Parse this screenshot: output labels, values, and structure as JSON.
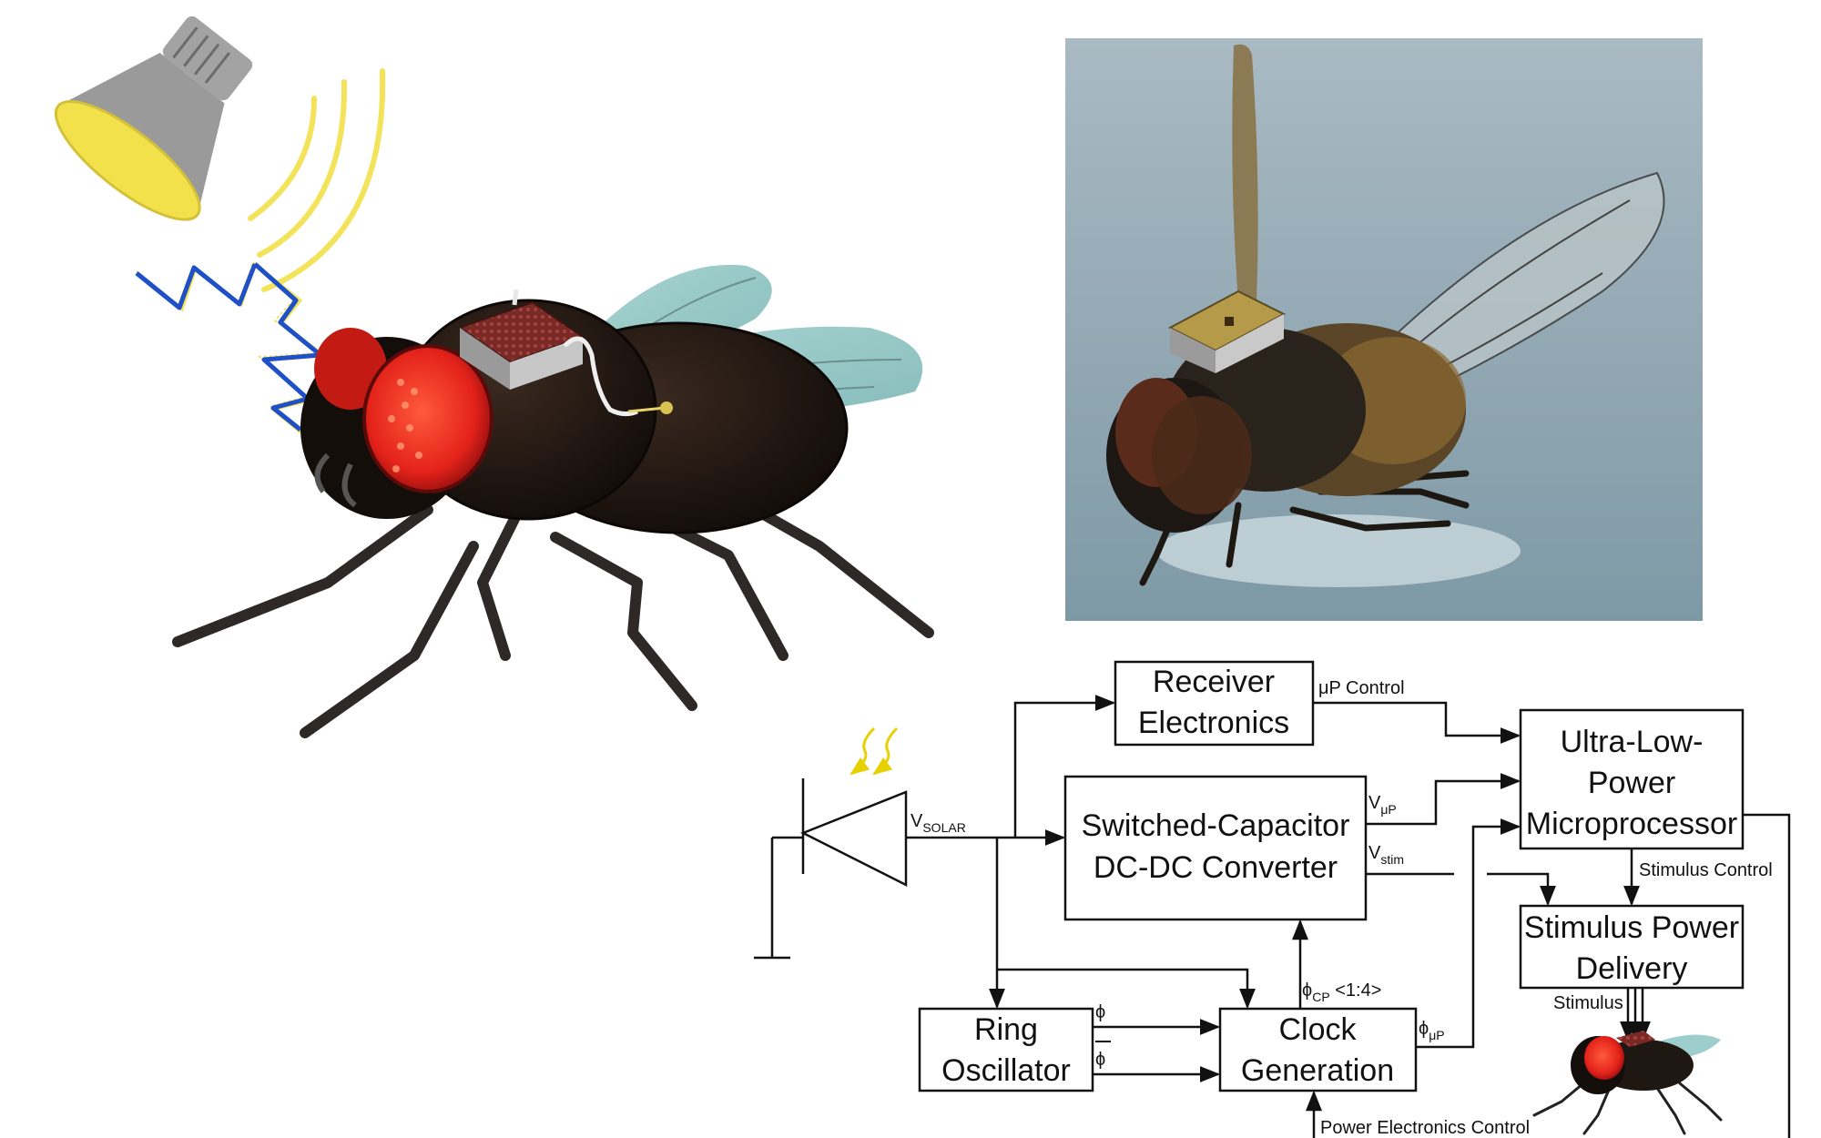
{
  "figure": {
    "blocks": {
      "receiver": [
        "Receiver",
        "Electronics"
      ],
      "converter": [
        "Switched-Capacitor",
        "DC-DC Converter"
      ],
      "microprocessor": [
        "Ultra-Low-",
        "Power",
        "Microprocessor"
      ],
      "stimulus_power": [
        "Stimulus Power",
        "Delivery"
      ],
      "ring_oscillator": [
        "Ring",
        "Oscillator"
      ],
      "clock_generation": [
        "Clock",
        "Generation"
      ]
    },
    "signals": {
      "v_solar": {
        "base": "V",
        "sub": "SOLAR"
      },
      "v_up": {
        "base": "V",
        "sub": "μP"
      },
      "v_stim": {
        "base": "V",
        "sub": "stim"
      },
      "up_control": "μP Control",
      "stimulus_control": "Stimulus Control",
      "stimulus": "Stimulus",
      "power_electronics_control": "Power Electronics Control",
      "phi": "ϕ",
      "phi_bar": "ϕ",
      "phi_cp": {
        "base": "ϕ",
        "sub": "CP",
        "suffix": " <1:4>"
      },
      "phi_up": {
        "base": "ϕ",
        "sub": "μP"
      }
    }
  }
}
